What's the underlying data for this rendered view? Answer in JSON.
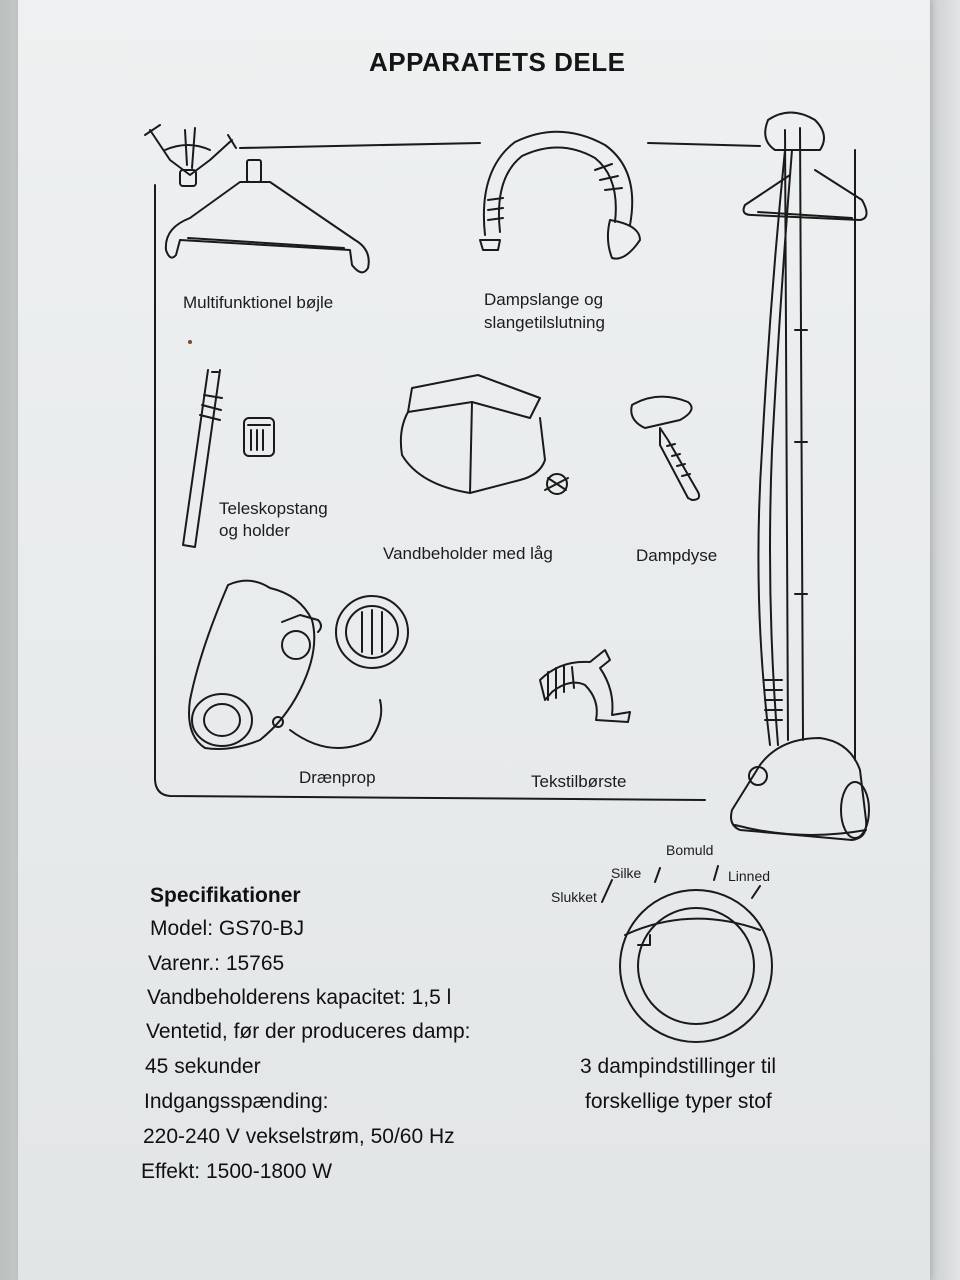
{
  "title": "APPARATETS DELE",
  "parts": {
    "hanger": "Multifunktionel bøjle",
    "hose_line1": "Dampslange og",
    "hose_line2": "slangetilslutning",
    "pole_line1": "Teleskopstang",
    "pole_line2": "og holder",
    "tank": "Vandbeholder med låg",
    "nozzle": "Dampdyse",
    "drain": "Drænprop",
    "brush": "Tekstilbørste"
  },
  "dial": {
    "settings": [
      "Slukket",
      "Silke",
      "Bomuld",
      "Linned"
    ],
    "caption_line1": "3 dampindstillinger til",
    "caption_line2": "forskellige typer stof"
  },
  "specs": {
    "heading": "Specifikationer",
    "model": "Model:   GS70-BJ",
    "item_no": "Varenr.: 15765",
    "capacity": "Vandbeholderens kapacitet: 1,5 l",
    "wait_line1": "Ventetid, før der produceres damp:",
    "wait_line2": "45 sekunder",
    "voltage_label": "Indgangsspænding:",
    "voltage_value": "220-240 V vekselstrøm, 50/60 Hz",
    "power": "Effekt:    1500-1800 W"
  },
  "colors": {
    "paper": "#eceeef",
    "ink": "#151515",
    "backdrop": "#a9b1b3"
  }
}
